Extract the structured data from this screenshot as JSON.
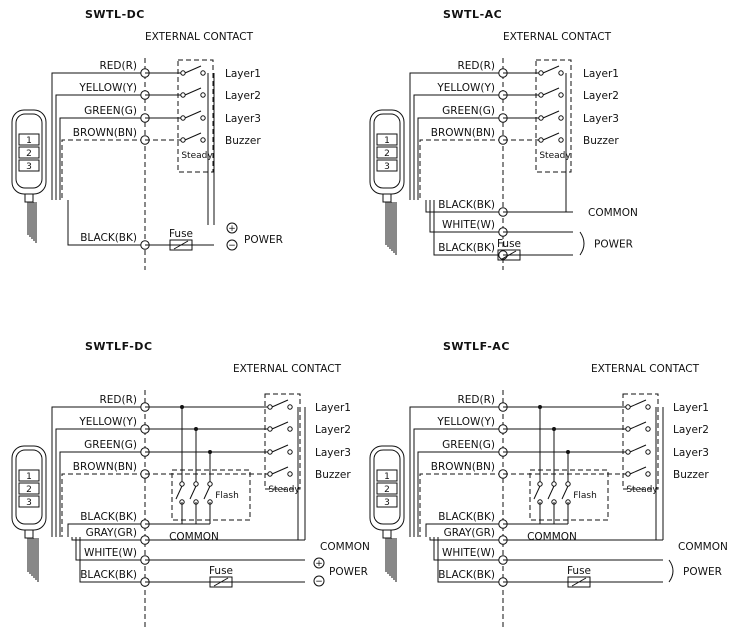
{
  "panels": [
    {
      "id": "swtl-dc",
      "title": "SWTL-DC",
      "external_contact": "EXTERNAL CONTACT",
      "wires": [
        "RED(R)",
        "YELLOW(Y)",
        "GREEN(G)",
        "BROWN(BN)",
        "BLACK(BK)"
      ],
      "outputs": [
        "Layer1",
        "Layer2",
        "Layer3",
        "Buzzer"
      ],
      "steady": "Steady",
      "fuse": "Fuse",
      "power": "POWER",
      "plus": "+",
      "minus": "−",
      "stack_numbers": [
        "1",
        "2",
        "3"
      ]
    },
    {
      "id": "swtl-ac",
      "title": "SWTL-AC",
      "external_contact": "EXTERNAL CONTACT",
      "wires": [
        "RED(R)",
        "YELLOW(Y)",
        "GREEN(G)",
        "BROWN(BN)",
        "BLACK(BK)",
        "WHITE(W)",
        "BLACK(BK)"
      ],
      "outputs": [
        "Layer1",
        "Layer2",
        "Layer3",
        "Buzzer"
      ],
      "steady": "Steady",
      "fuse": "Fuse",
      "common": "COMMON",
      "power": "POWER",
      "stack_numbers": [
        "1",
        "2",
        "3"
      ]
    },
    {
      "id": "swtlf-dc",
      "title": "SWTLF-DC",
      "external_contact": "EXTERNAL CONTACT",
      "wires": [
        "RED(R)",
        "YELLOW(Y)",
        "GREEN(G)",
        "BROWN(BN)",
        "BLACK(BK)",
        "GRAY(GR)",
        "WHITE(W)",
        "BLACK(BK)"
      ],
      "outputs": [
        "Layer1",
        "Layer2",
        "Layer3",
        "Buzzer"
      ],
      "steady": "Steady",
      "flash": "Flash",
      "fuse": "Fuse",
      "common": "COMMON",
      "common_right": "COMMON",
      "power": "POWER",
      "plus": "+",
      "minus": "−",
      "stack_numbers": [
        "1",
        "2",
        "3"
      ]
    },
    {
      "id": "swtlf-ac",
      "title": "SWTLF-AC",
      "external_contact": "EXTERNAL CONTACT",
      "wires": [
        "RED(R)",
        "YELLOW(Y)",
        "GREEN(G)",
        "BROWN(BN)",
        "BLACK(BK)",
        "GRAY(GR)",
        "WHITE(W)",
        "BLACK(BK)"
      ],
      "outputs": [
        "Layer1",
        "Layer2",
        "Layer3",
        "Buzzer"
      ],
      "steady": "Steady",
      "flash": "Flash",
      "fuse": "Fuse",
      "common": "COMMON",
      "common_right": "COMMON",
      "power": "POWER",
      "stack_numbers": [
        "1",
        "2",
        "3"
      ]
    }
  ]
}
